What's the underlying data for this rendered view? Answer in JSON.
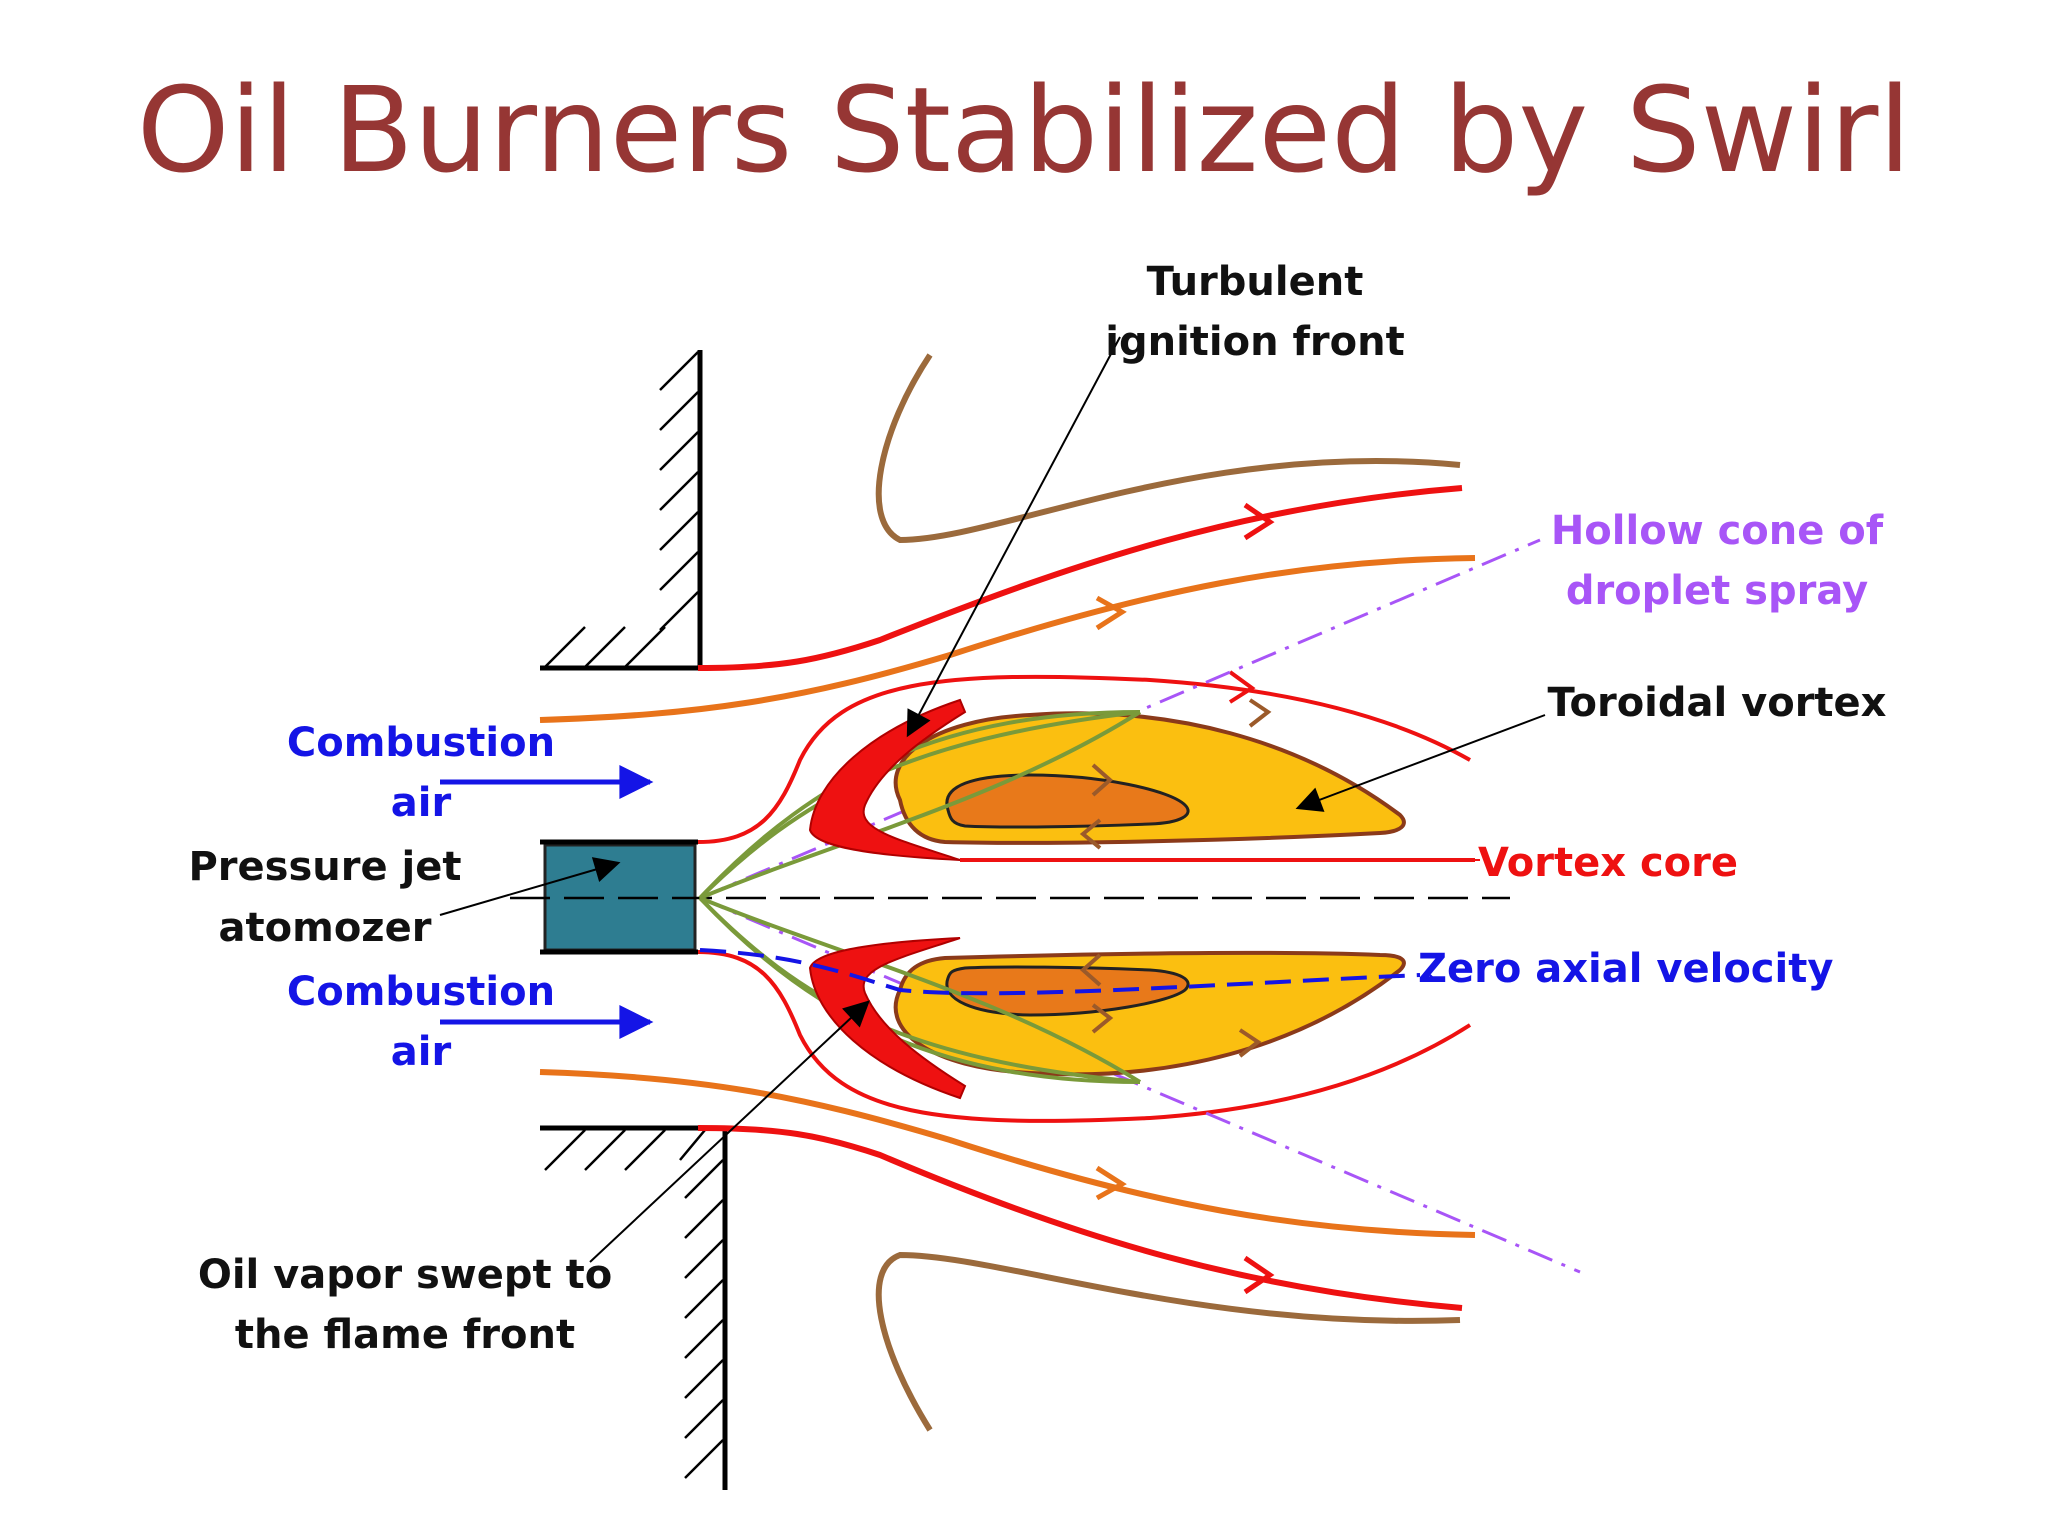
{
  "title": "Oil Burners Stabilized by Swirl",
  "labels": {
    "turbulent_1": "Turbulent",
    "turbulent_2": "ignition front",
    "hollow_1": "Hollow cone of",
    "hollow_2": "droplet spray",
    "toroidal": "Toroidal vortex",
    "vortex_core": "Vortex core",
    "zero_axial": "Zero axial velocity",
    "comb_top_1": "Combustion",
    "comb_top_2": "air",
    "comb_bot_1": "Combustion",
    "comb_bot_2": "air",
    "pressure_1": "Pressure jet",
    "pressure_2": "atomozer",
    "oil_1": "Oil vapor swept to",
    "oil_2": "the flame front"
  },
  "colors": {
    "title": "#963634",
    "streamline_red": "#ee1111",
    "streamline_orange": "#e8731a",
    "outer_brown": "#9b6a3c",
    "vortex_fill": "#fbbf10",
    "vortex_core_fill": "#e8791a",
    "spray_purple": "#a855f7",
    "air_blue": "#1414e6",
    "atomizer_teal": "#2e7d91",
    "green_cone": "#7a9a3a"
  }
}
